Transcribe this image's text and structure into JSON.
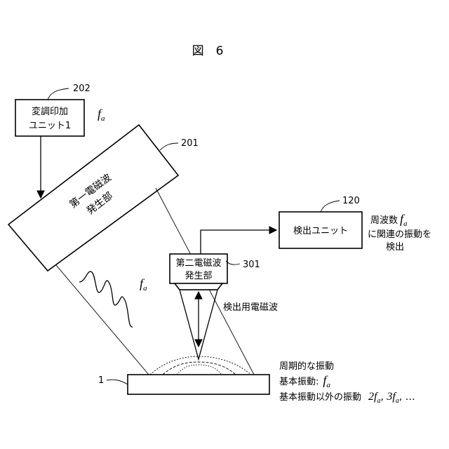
{
  "figure": {
    "title": "図　6"
  },
  "modulation_unit": {
    "ref": "202",
    "line1": "変調印加",
    "line2": "ユニット1",
    "freq_symbol": "f",
    "freq_sub": "a"
  },
  "first_em_generator": {
    "ref": "201",
    "line1": "第一電磁波",
    "line2": "発生部"
  },
  "detection_unit": {
    "ref": "120",
    "label": "検出ユニット",
    "note_line1_pre": "周波数",
    "note_symbol": "f",
    "note_sub": "a",
    "note_line2": "に関連の振動を",
    "note_line3": "検出"
  },
  "second_em_generator": {
    "ref": "301",
    "line1": "第二電磁波",
    "line2": "発生部"
  },
  "wave": {
    "freq_symbol": "f",
    "freq_sub": "a"
  },
  "detection_wave_label": "検出用電磁波",
  "sample": {
    "ref": "1"
  },
  "vibration_notes": {
    "periodic": "周期的な振動",
    "fundamental_label": "基本振動:",
    "fundamental_symbol": "f",
    "fundamental_sub": "a",
    "harmonics_label": "基本振動以外の振動",
    "harmonics_coef1": "2",
    "harmonics_symbol1": "f",
    "harmonics_sub1": "a",
    "harmonics_sep": ", ",
    "harmonics_coef2": "3",
    "harmonics_symbol2": "f",
    "harmonics_sub2": "a",
    "harmonics_tail": ", …"
  }
}
